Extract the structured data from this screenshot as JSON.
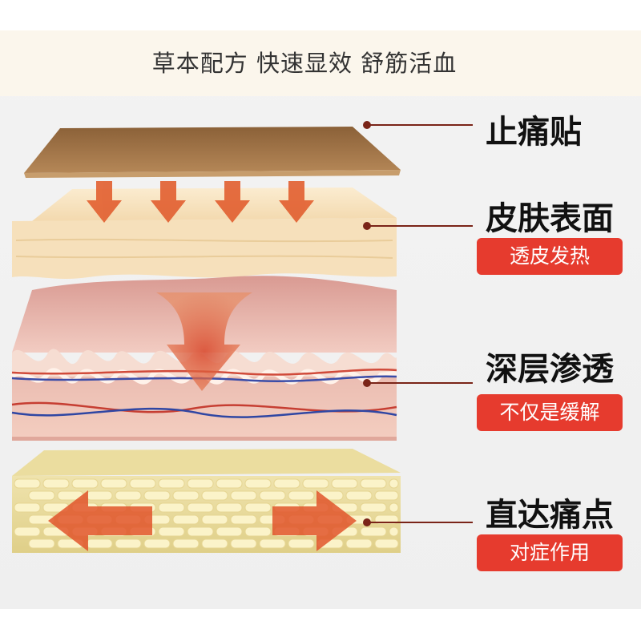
{
  "banner": {
    "text": "草本配方 快速显效 舒筋活血"
  },
  "layers": [
    {
      "label": "止痛贴",
      "badge": ""
    },
    {
      "label": "皮肤表面",
      "badge": "透皮发热"
    },
    {
      "label": "深层渗透",
      "badge": "不仅是缓解"
    },
    {
      "label": "直达痛点",
      "badge": "对症作用"
    }
  ],
  "colors": {
    "patch": "#a47a4f",
    "skin_surface": "#f7e2bd",
    "dermis": "#e6b8ae",
    "fat": "#e9dc9e",
    "arrow": "#e0552c",
    "badge": "#e63b2e",
    "pointer_dot": "#7a2418"
  }
}
